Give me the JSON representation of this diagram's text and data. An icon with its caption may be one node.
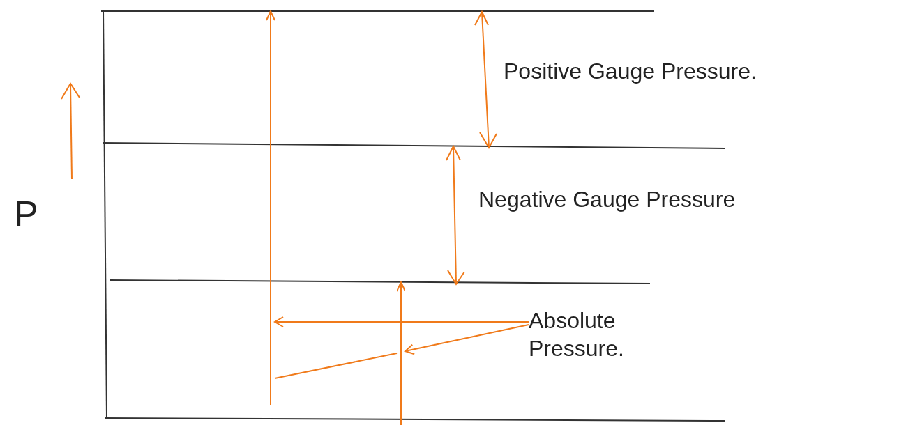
{
  "diagram": {
    "nodes": [
      {
        "text": [
          "Absolute Pressure."
        ]
      },
      {
        "text": [],
        "shape": "bar"
      },
      {
        "text": [],
        "shape": "bar"
      }
    ],
    "edges": [
      {
        "from": 0,
        "to": 1,
        "arrow": "to"
      },
      {
        "from": 0,
        "to": 2,
        "arrow": "to"
      },
      {
        "from": 2,
        "to": 1,
        "arrow": "none"
      }
    ],
    "labels": [
      "P",
      "Positive Gauge Pressure.",
      "Negative Gauge Pressure"
    ]
  }
}
